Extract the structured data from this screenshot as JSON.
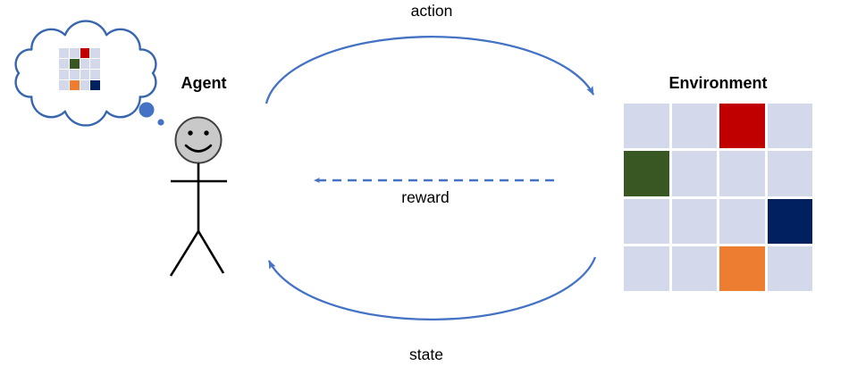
{
  "page": {
    "background": "#FFFFFF"
  },
  "diagram": {
    "agent": {
      "label": "Agent"
    },
    "environment": {
      "label": "Environment"
    },
    "arrows": [
      {
        "id": "action",
        "label": "action",
        "style": "solid",
        "direction": "agent-to-environment"
      },
      {
        "id": "reward",
        "label": "reward",
        "style": "dashed",
        "direction": "environment-to-agent"
      },
      {
        "id": "state",
        "label": "state",
        "style": "solid",
        "direction": "environment-to-agent"
      }
    ],
    "environment_grid": {
      "rows": 4,
      "cols": 4,
      "cells": [
        {
          "row": 0,
          "col": 2,
          "color_name": "red",
          "color": "#C00000"
        },
        {
          "row": 1,
          "col": 0,
          "color_name": "green",
          "color": "#385723"
        },
        {
          "row": 2,
          "col": 3,
          "color_name": "navy",
          "color": "#002060"
        },
        {
          "row": 3,
          "col": 2,
          "color_name": "orange",
          "color": "#ED7D31"
        }
      ]
    },
    "thought_grid": {
      "rows": 4,
      "cols": 4,
      "cells": [
        {
          "row": 0,
          "col": 2,
          "color_name": "red",
          "color": "#C00000"
        },
        {
          "row": 1,
          "col": 1,
          "color_name": "green",
          "color": "#385723"
        },
        {
          "row": 3,
          "col": 1,
          "color_name": "orange",
          "color": "#ED7D31"
        },
        {
          "row": 3,
          "col": 3,
          "color_name": "navy",
          "color": "#002060"
        }
      ]
    },
    "icons": {
      "thought_bubble": "cloud-outline-with-dots",
      "agent_figure": "stick-figure-smiley-face"
    },
    "colors": {
      "arrow_blue": "#4472C4",
      "cloud_outline": "#3765AE",
      "cell_light": "#D3D8EA",
      "cell_red": "#C00000",
      "cell_green": "#385723",
      "cell_navy": "#002060",
      "cell_orange": "#ED7D31",
      "head_fill": "#C9C9C9",
      "head_outline": "#404040",
      "figure_stroke": "#000000",
      "text_color": "#000000"
    }
  }
}
